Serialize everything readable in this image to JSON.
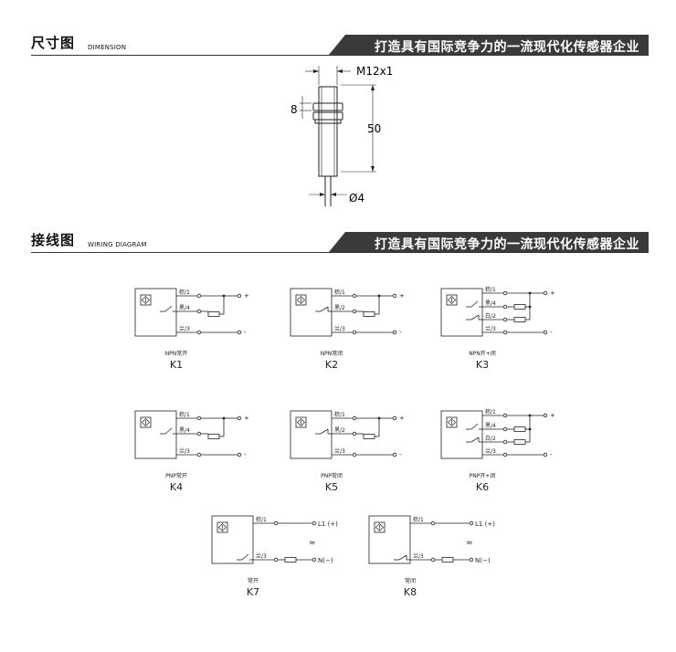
{
  "sections": [
    {
      "title_cn": "尺寸图",
      "title_en": "DIMENSION",
      "slogan": "打造具有国际竞争力的一流现代化传感器企业"
    },
    {
      "title_cn": "接线图",
      "title_en": "WIRING DIAGRAM",
      "slogan": "打造具有国际竞争力的一流现代化传感器企业"
    }
  ],
  "dimension": {
    "thread": "M12x1",
    "length": "50",
    "nut": "8",
    "cable": "Ø4"
  },
  "wires": {
    "brown": "棕/1",
    "black": "黑/4",
    "black2": "黑/2",
    "white": "白/2",
    "blue": "兰/3",
    "plus": "+",
    "minus": "-",
    "l1": "L1 (+)",
    "n": "N(−)",
    "ac": "≃"
  },
  "diagrams": [
    {
      "code": "K1",
      "caption": "NPN常开"
    },
    {
      "code": "K2",
      "caption": "NPN常闭"
    },
    {
      "code": "K3",
      "caption": "NPN开+闭"
    },
    {
      "code": "K4",
      "caption": "PNP常开"
    },
    {
      "code": "K5",
      "caption": "PNP常闭"
    },
    {
      "code": "K6",
      "caption": "PNP开+闭"
    },
    {
      "code": "K7",
      "caption": "常开"
    },
    {
      "code": "K8",
      "caption": "常闭"
    }
  ]
}
